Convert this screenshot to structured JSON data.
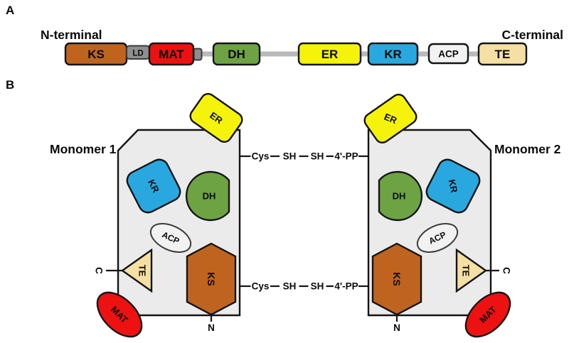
{
  "panel_a": {
    "label": "A",
    "n_terminal": "N-terminal",
    "c_terminal": "C-terminal",
    "domains": {
      "ks": "KS",
      "ld": "LD",
      "mat": "MAT",
      "dh": "DH",
      "er": "ER",
      "kr": "KR",
      "acp": "ACP",
      "te": "TE"
    }
  },
  "panel_b": {
    "label": "B",
    "monomer1": "Monomer 1",
    "monomer2": "Monomer 2",
    "domains": {
      "ks": "KS",
      "mat": "MAT",
      "dh": "DH",
      "er": "ER",
      "kr": "KR",
      "acp": "ACP",
      "te": "TE"
    },
    "linker": {
      "cys": "Cys",
      "sh1": "SH",
      "sh2": "SH",
      "pp": "4'-PP"
    },
    "c_terminus": "C",
    "n_terminus": "N"
  },
  "colors": {
    "ks": "#BF641E",
    "ld": "#8E8E8E",
    "mat": "#EE1111",
    "dh": "#6EA344",
    "er": "#F5F20C",
    "kr": "#29A8E0",
    "acp": "#F2F2F2",
    "te": "#F5DFA2",
    "body": "#EBEBEB",
    "connector": "#B9B9B9"
  }
}
